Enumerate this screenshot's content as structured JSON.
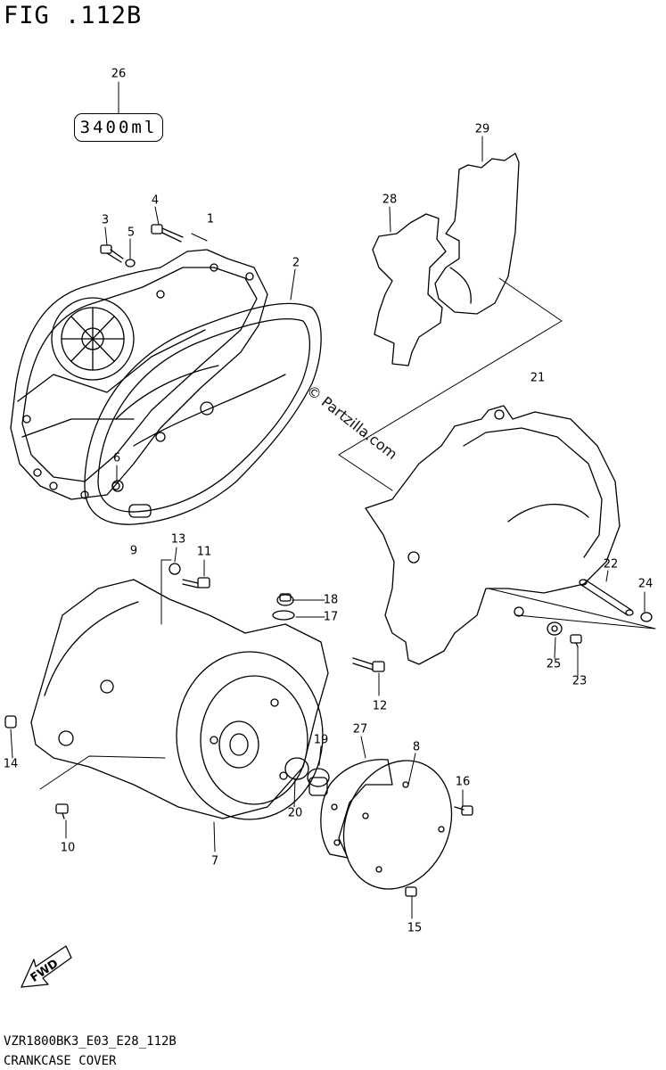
{
  "figure": {
    "title": "FIG .112B",
    "sealant_label": "3400ml",
    "watermark": "© Partzilla.com",
    "fwd_label": "FWD",
    "diagram_code": "VZR1800BK3_E03_E28_112B",
    "caption": "CRANKCASE COVER"
  },
  "callouts": [
    {
      "id": "1",
      "label": "1"
    },
    {
      "id": "2",
      "label": "2"
    },
    {
      "id": "3",
      "label": "3"
    },
    {
      "id": "4",
      "label": "4"
    },
    {
      "id": "5",
      "label": "5"
    },
    {
      "id": "6",
      "label": "6"
    },
    {
      "id": "7",
      "label": "7"
    },
    {
      "id": "8",
      "label": "8"
    },
    {
      "id": "9",
      "label": "9"
    },
    {
      "id": "10",
      "label": "10"
    },
    {
      "id": "11",
      "label": "11"
    },
    {
      "id": "12",
      "label": "12"
    },
    {
      "id": "13",
      "label": "13"
    },
    {
      "id": "14",
      "label": "14"
    },
    {
      "id": "15",
      "label": "15"
    },
    {
      "id": "16",
      "label": "16"
    },
    {
      "id": "17",
      "label": "17"
    },
    {
      "id": "18",
      "label": "18"
    },
    {
      "id": "19",
      "label": "19"
    },
    {
      "id": "20",
      "label": "20"
    },
    {
      "id": "21",
      "label": "21"
    },
    {
      "id": "22",
      "label": "22"
    },
    {
      "id": "23",
      "label": "23"
    },
    {
      "id": "24",
      "label": "24"
    },
    {
      "id": "25",
      "label": "25"
    },
    {
      "id": "26",
      "label": "26"
    },
    {
      "id": "27",
      "label": "27"
    },
    {
      "id": "28",
      "label": "28"
    },
    {
      "id": "29",
      "label": "29"
    }
  ]
}
